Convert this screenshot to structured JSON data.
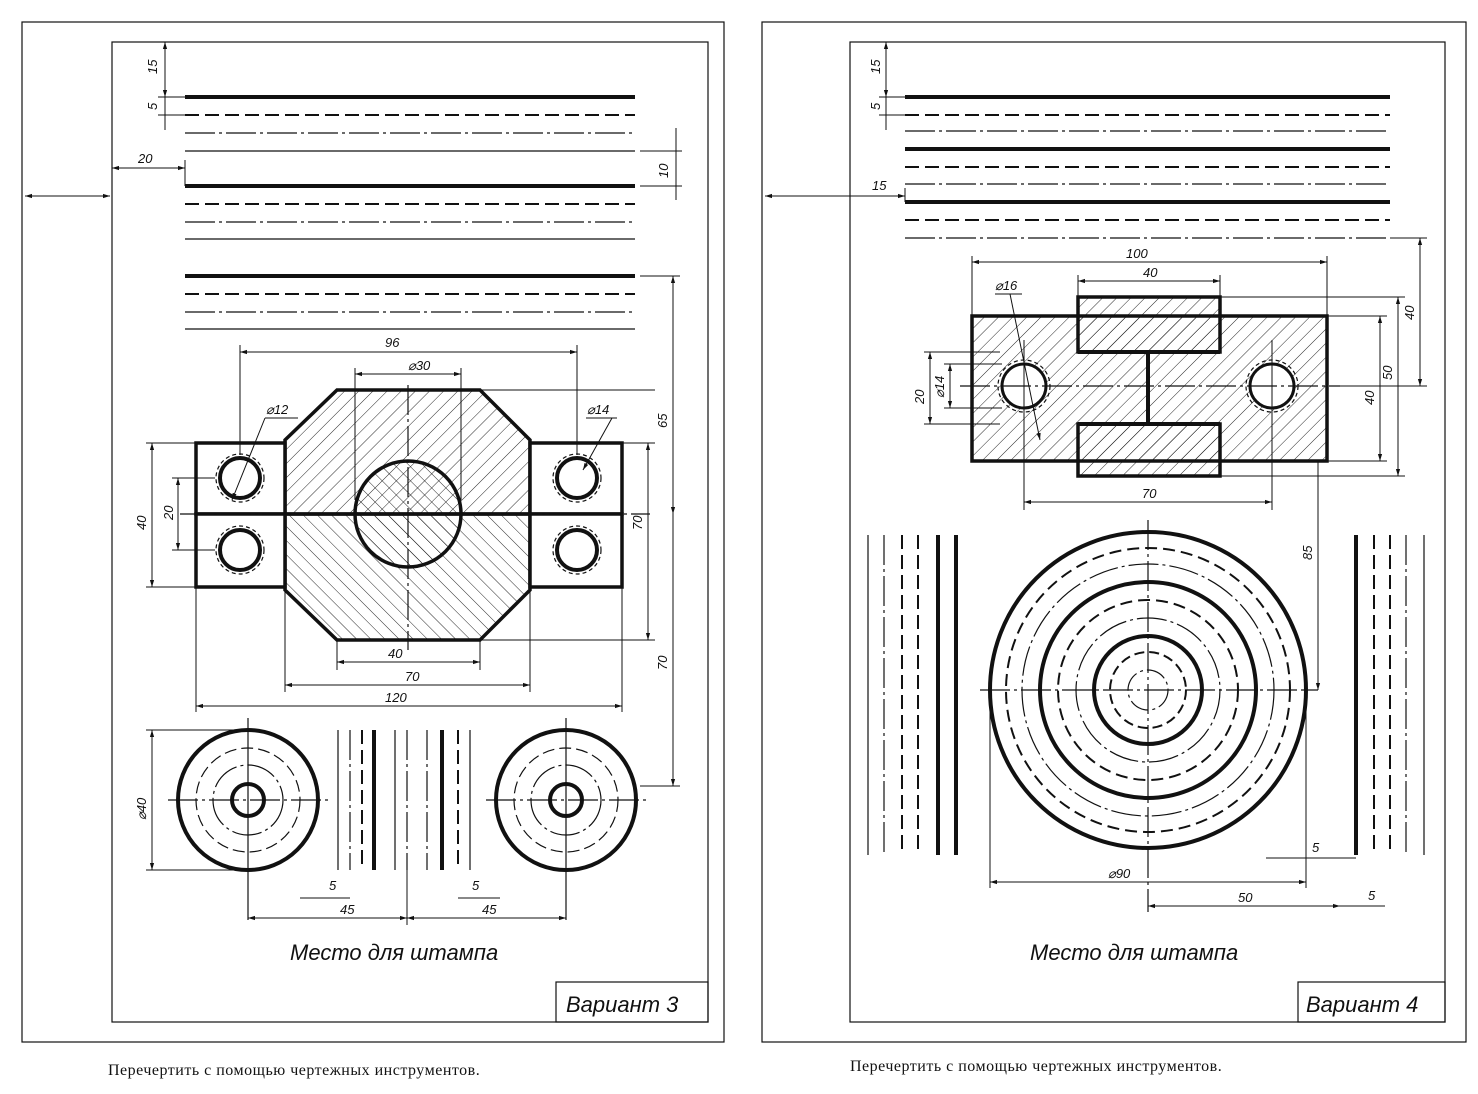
{
  "sheets": [
    {
      "variant_label": "Вариант 3",
      "stamp_text": "Место для штампа",
      "caption": "Перечертить с помощью чертежных инструментов.",
      "dims": {
        "d15": "15",
        "d5": "5",
        "d20": "20",
        "d10": "10",
        "d96": "96",
        "dia30": "⌀30",
        "dia12": "⌀12",
        "dia14": "⌀14",
        "d65": "65",
        "d40v": "40",
        "d20v": "20",
        "d70v": "70",
        "d40h": "40",
        "d70h": "70",
        "d120": "120",
        "d70r": "70",
        "dia40": "⌀40",
        "d5a": "5",
        "d5b": "5",
        "d45a": "45",
        "d45b": "45"
      }
    },
    {
      "variant_label": "Вариант 4",
      "stamp_text": "Место для штампа",
      "caption": "Перечертить с помощью чертежных инструментов.",
      "dims": {
        "d15": "15",
        "d5": "5",
        "d15h": "15",
        "d100": "100",
        "d40": "40",
        "dia16": "⌀16",
        "dia14": "⌀14",
        "d20": "20",
        "d40v": "40",
        "d50": "50",
        "d40r": "40",
        "d70": "70",
        "d85": "85",
        "dia90": "⌀90",
        "d50h": "50",
        "d5a": "5",
        "d5b": "5"
      }
    }
  ]
}
